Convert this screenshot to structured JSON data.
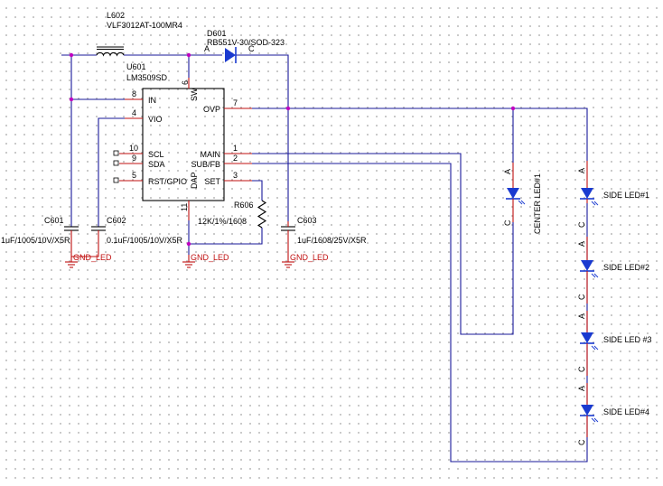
{
  "inductor": {
    "ref": "L602",
    "value": "VLF3012AT-100MR4"
  },
  "diode": {
    "ref": "D601",
    "value": "RB551V-30/SOD-323",
    "anode": "A",
    "cathode": "C"
  },
  "ic": {
    "ref": "U601",
    "value": "LM3509SD",
    "pins": {
      "in": {
        "num": "8",
        "name": "IN"
      },
      "vio": {
        "num": "4",
        "name": "VIO"
      },
      "scl": {
        "num": "10",
        "name": "SCL"
      },
      "sda": {
        "num": "9",
        "name": "SDA"
      },
      "rst": {
        "num": "5",
        "name": "RST/GPIO"
      },
      "sw": {
        "num": "6",
        "name": "SW"
      },
      "ovp": {
        "num": "7",
        "name": "OVP"
      },
      "main": {
        "num": "1",
        "name": "MAIN"
      },
      "sub": {
        "num": "2",
        "name": "SUB/FB"
      },
      "set": {
        "num": "3",
        "name": "SET"
      },
      "dap": {
        "num": "11",
        "name": "DAP"
      }
    }
  },
  "capacitors": {
    "c601": {
      "ref": "C601",
      "value": "1uF/1005/10V/X5R"
    },
    "c602": {
      "ref": "C602",
      "value": "0.1uF/1005/10V/X5R"
    },
    "c603": {
      "ref": "C603",
      "value": "1uF/1608/25V/X5R"
    }
  },
  "resistor": {
    "ref": "R606",
    "value": "12K/1%/1608"
  },
  "gnd_label": "GND_LED",
  "leds": {
    "center": {
      "name": "CENTER LED#1",
      "anode": "A",
      "cathode": "C"
    },
    "side1": {
      "name": "SIDE LED#1",
      "anode": "A",
      "cathode": "C"
    },
    "side2": {
      "name": "SIDE LED#2",
      "anode": "A",
      "cathode": "C"
    },
    "side3": {
      "name": "SIDE LED #3",
      "anode": "A",
      "cathode": "C"
    },
    "side4": {
      "name": "SIDE LED#4",
      "anode": "A",
      "cathode": "C"
    }
  },
  "colors": {
    "wire": "#1a1a9a",
    "pin": "#c01010",
    "junction": "#c000c0",
    "led": "#1a3ad0"
  }
}
